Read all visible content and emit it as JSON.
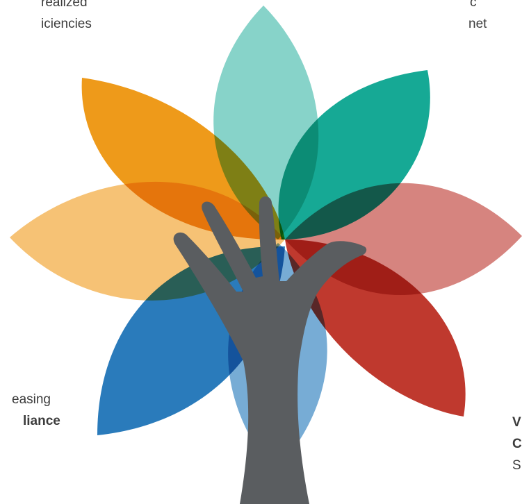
{
  "colors": {
    "petal_top": "#72cbbf",
    "petal_upper_right": "#16a995",
    "petal_right": "#d6847f",
    "petal_lower_right": "#bf392e",
    "petal_bottom": "#77acd5",
    "petal_lower_left": "#2a7bbb",
    "petal_left": "#f5bf6e",
    "petal_upper_left": "#ee9a1a",
    "hand": "#5a5d60"
  },
  "icons": {
    "central": "hand-icon"
  },
  "labels": {
    "top_left": {
      "line1": "realized",
      "line2": "iciencies"
    },
    "top_right": {
      "line1": "c",
      "line2": "net"
    },
    "bottom_left": {
      "line1": "easing",
      "line2": "liance"
    },
    "bottom_right": {
      "line1": "V",
      "line2": "C",
      "line3": "S"
    }
  }
}
